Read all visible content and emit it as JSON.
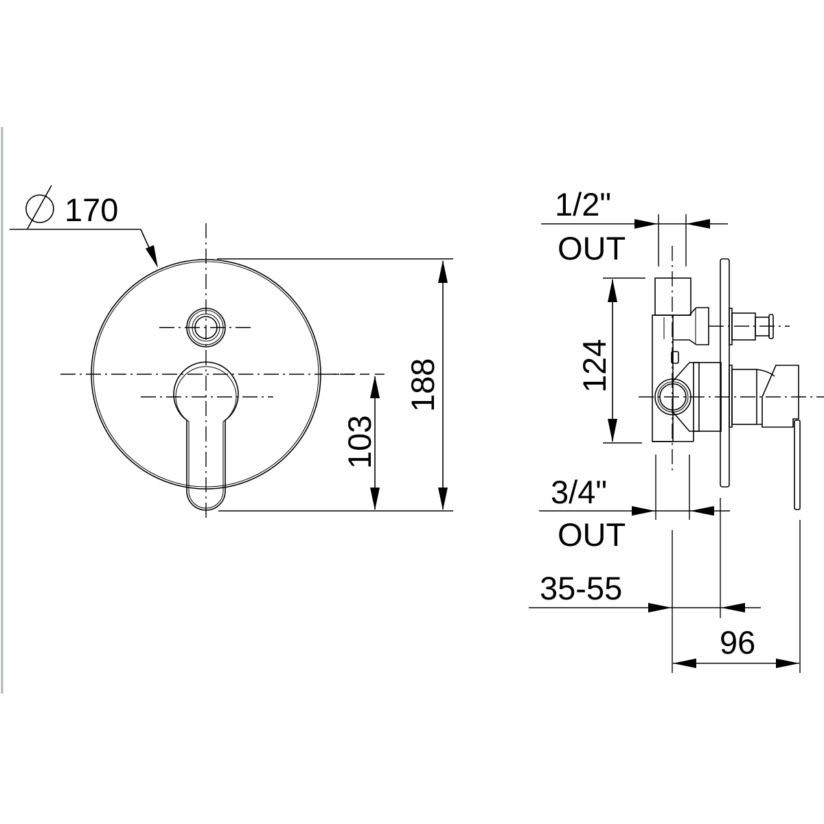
{
  "drawing": {
    "front_view": {
      "diameter_symbol": "⌀",
      "diameter_value": "170",
      "height_total": "188",
      "height_lever_axis": "103"
    },
    "side_view": {
      "top_outlet_size": "1/2\"",
      "top_outlet_label": "OUT",
      "body_height": "124",
      "bottom_outlet_size": "3/4\"",
      "bottom_outlet_label": "OUT",
      "wall_depth_range": "35-55",
      "projection": "96"
    },
    "colors": {
      "line": "#000000",
      "background": "#ffffff",
      "edge_bar": "#a9b9b0"
    }
  }
}
